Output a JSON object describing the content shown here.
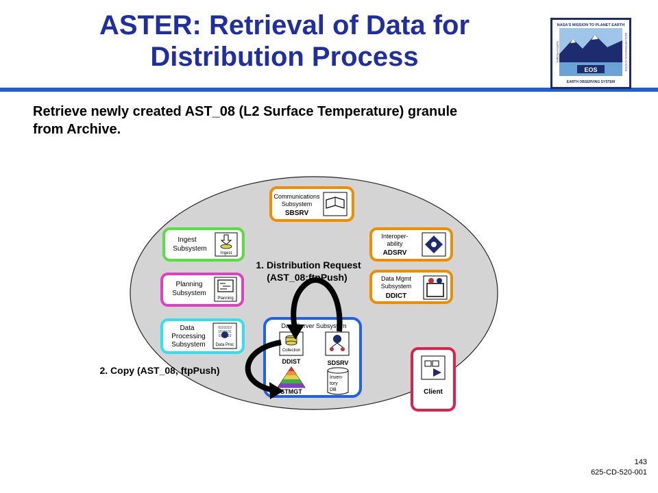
{
  "title": {
    "line1": "ASTER:  Retrieval of Data for",
    "line2": "Distribution Process"
  },
  "subtitle": {
    "line1": "Retrieve newly created AST_08 (L2 Surface Temperature) granule",
    "line2": "from Archive."
  },
  "logo": {
    "top_text": "NASA'S MISSION TO PLANET EARTH",
    "left_text": "EARTH PROBES",
    "right_text": "DATA INFORMATION SYSTEM",
    "badge": "EOS",
    "bottom_text": "EARTH OBSERVING SYSTEM"
  },
  "subsystems": {
    "communications": {
      "line1": "Communications",
      "line2": "Subsystem",
      "name": "SBSRV"
    },
    "interop": {
      "line1": "Interoper-",
      "line2": "ability",
      "name": "ADSRV"
    },
    "ddict": {
      "line1": "Data Mgmt",
      "line2": "Subsystem",
      "name": "DDICT"
    },
    "ingest": {
      "line1": "Ingest",
      "line2": "Subsystem",
      "icon_label": "Ingest"
    },
    "planning": {
      "line1": "Planning",
      "line2": "Subsystem",
      "icon_label": "Planning"
    },
    "processing": {
      "line1": "Data",
      "line2": "Processing",
      "line3": "Subsystem",
      "icon_label": "Data Proc"
    },
    "dataserver": {
      "title": "Data Server Subsystem",
      "ddist": "DDIST",
      "collection": "Collection",
      "sdsrv": "SDSRV",
      "stmgt": "STMGT",
      "inventory_line1": "Inven-",
      "inventory_line2": "tory",
      "inventory_line3": "DB"
    },
    "client": {
      "name": "Client"
    }
  },
  "flows": {
    "step1_line1": "1. Distribution Request",
    "step1_line2": "(AST_08:ftpPush)",
    "step2": "2. Copy (AST_08, ftpPush)"
  },
  "footer": {
    "page_number": "143",
    "doc_id": "625-CD-520-001"
  },
  "colors": {
    "title": "#1f2fa0",
    "rule": "#1f5fd0",
    "orange": "#f08c00",
    "green": "#55e040",
    "magenta": "#e040c0",
    "cyan": "#30e0f0",
    "blue": "#2060f0",
    "red": "#e0204a",
    "ellipse": "#d4d4d4"
  }
}
